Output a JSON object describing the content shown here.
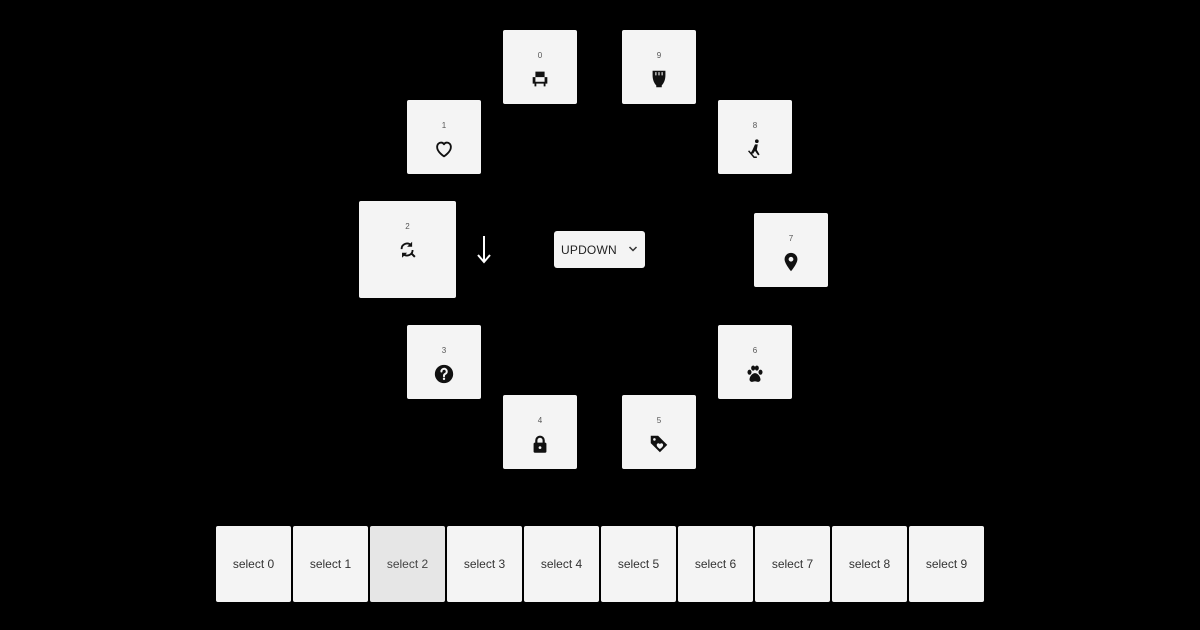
{
  "items": [
    {
      "index": "0",
      "icon": "armchair-icon"
    },
    {
      "index": "1",
      "icon": "heart-outline-icon"
    },
    {
      "index": "2",
      "icon": "refresh-search-icon"
    },
    {
      "index": "3",
      "icon": "question-circle-icon"
    },
    {
      "index": "4",
      "icon": "lock-icon"
    },
    {
      "index": "5",
      "icon": "tag-heart-icon"
    },
    {
      "index": "6",
      "icon": "paw-icon"
    },
    {
      "index": "7",
      "icon": "map-pin-icon"
    },
    {
      "index": "8",
      "icon": "person-hockey-icon"
    },
    {
      "index": "9",
      "icon": "glove-icon"
    }
  ],
  "selected_index": 2,
  "direction_arrow": "arrow-down-icon",
  "dropdown": {
    "value": "UPDOWN",
    "icon": "chevron-down-icon"
  },
  "select_buttons": [
    "select 0",
    "select 1",
    "select 2",
    "select 3",
    "select 4",
    "select 5",
    "select 6",
    "select 7",
    "select 8",
    "select 9"
  ],
  "colors": {
    "background": "#000000",
    "card": "#f4f4f4",
    "card_active": "#e6e6e6",
    "icon": "#111111"
  }
}
